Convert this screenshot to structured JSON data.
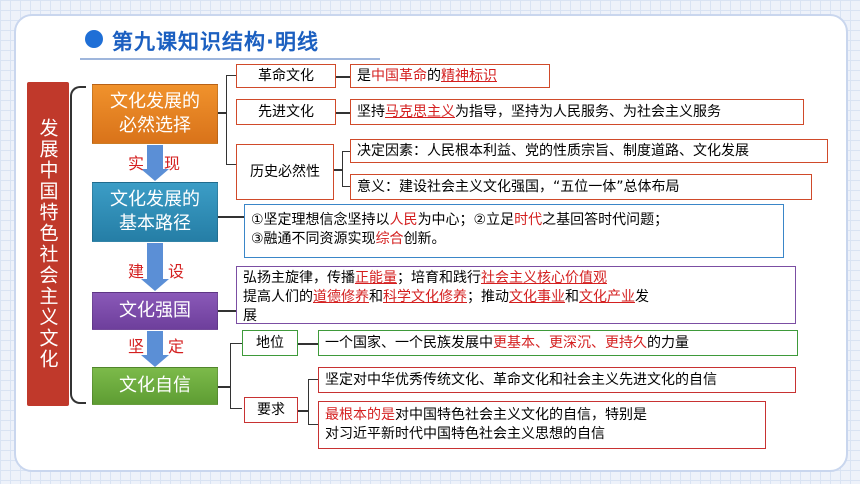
{
  "title": "第九课知识结构·明线",
  "vertical_title": "发展中国特色社会主义文化",
  "stages": {
    "s1": [
      "文化发展的",
      "必然选择"
    ],
    "s2": [
      "文化发展的",
      "基本路径"
    ],
    "s3": "文化强国",
    "s4": "文化自信"
  },
  "arrow_labels": {
    "a1": [
      "实",
      "现"
    ],
    "a2": [
      "建",
      "设"
    ],
    "a3": [
      "坚",
      "定"
    ]
  },
  "branch1": {
    "revolutionary_culture": {
      "label": "革命文化",
      "desc": [
        "是",
        "中国革命",
        "的",
        "精神标识"
      ]
    },
    "advanced_culture": {
      "label": "先进文化",
      "desc": [
        "坚持",
        "马克思主义",
        "为指导，坚持为人民服务、为社会主义服务"
      ]
    },
    "historical_necessity": {
      "label": "历史必然性",
      "decisive": "决定因素：人民根本利益、党的性质宗旨、制度道路、文化发展",
      "meaning": "意义：建设社会主义文化强国，“五位一体”总体布局"
    }
  },
  "branch2": {
    "line1": [
      "①坚定理想信念坚持以",
      "人民",
      "为中心；②立足",
      "时代",
      "之基回答时代问题；"
    ],
    "line2": [
      "③融通不同资源实现",
      "综合",
      "创新。"
    ]
  },
  "branch3": {
    "line1": [
      "弘扬主旋律，传播",
      "正能量",
      "；培育和践行",
      "社会主义核心价值观"
    ],
    "line2": [
      "提高人们的",
      "道德修养",
      "和",
      "科学文化修养",
      "；推动",
      "文化事业",
      "和",
      "文化产业",
      "发"
    ],
    "line3": "展"
  },
  "branch4": {
    "status": {
      "label": "地位",
      "desc": [
        "一个国家、一个民族发展中",
        "更基本、更深沉、更持久",
        "的力量"
      ]
    },
    "requirement": {
      "label": "要求",
      "req1": "坚定对中华优秀传统文化、革命文化和社会主义先进文化的自信",
      "req2_line1": [
        "最根本的是",
        "对中国特色社会主义文化的自信，特别是"
      ],
      "req2_line2": "对习近平新时代中国特色社会主义思想的自信"
    }
  },
  "colors": {
    "title_blue": "#1b5fc0",
    "red_bar": "#c0392b",
    "highlight_red": "#d42020",
    "stage1": "#e8821f",
    "stage2": "#2f8db8",
    "stage3": "#7b4ea3",
    "stage4": "#6aab3d"
  }
}
